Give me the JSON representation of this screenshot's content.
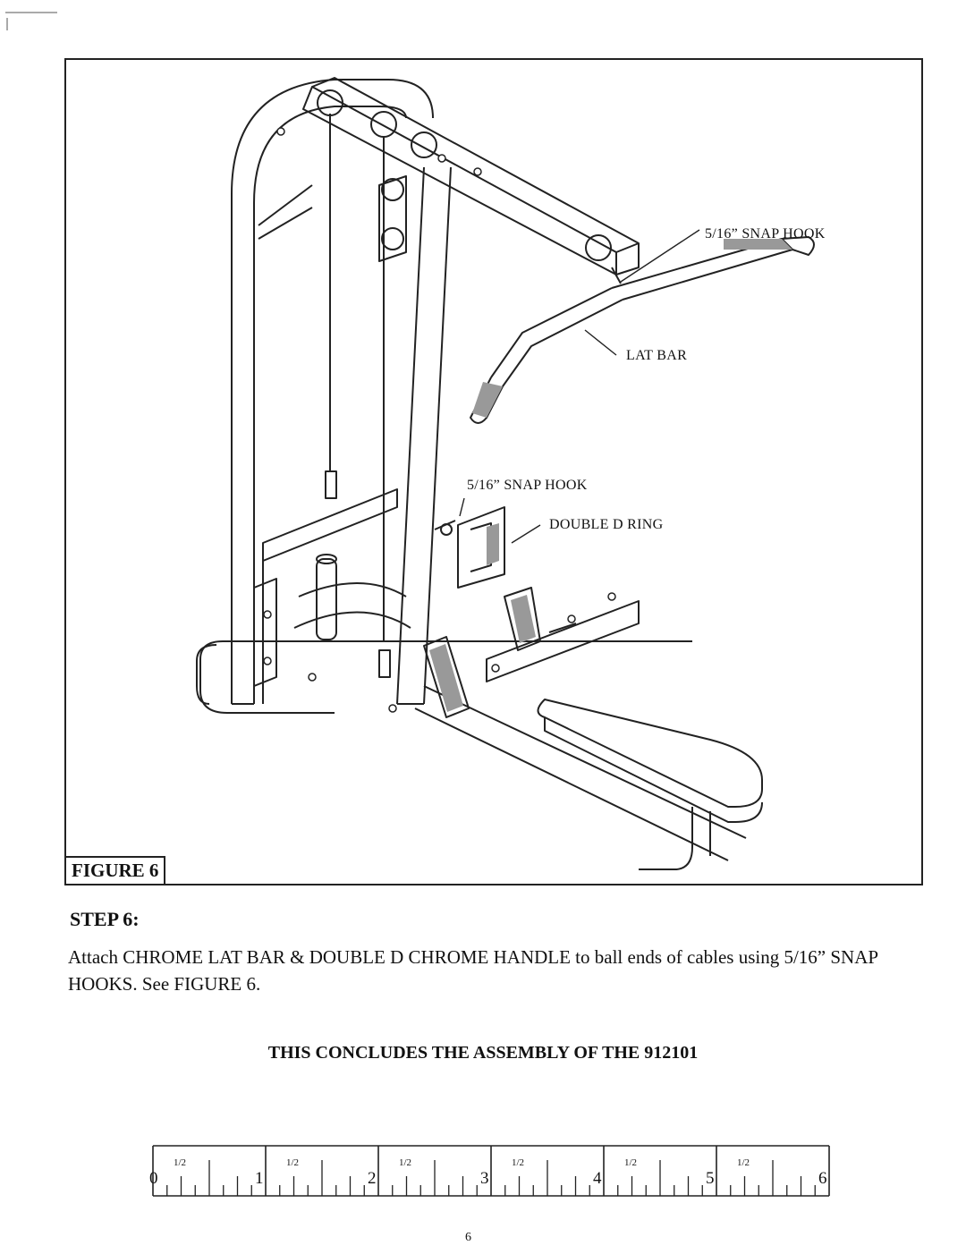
{
  "figure": {
    "label": "FIGURE 6",
    "callouts": {
      "snap_hook_top": "5/16” SNAP HOOK",
      "lat_bar": "LAT BAR",
      "snap_hook_low": "5/16” SNAP HOOK",
      "double_d_ring": "DOUBLE D RING"
    }
  },
  "step": {
    "heading": "STEP 6:",
    "text": "Attach CHROME LAT BAR & DOUBLE D CHROME HANDLE to ball ends of cables using 5/16” SNAP HOOKS. See FIGURE 6."
  },
  "conclusion": "THIS CONCLUDES THE ASSEMBLY OF THE 912101",
  "ruler": {
    "whole_labels": [
      "0",
      "1",
      "2",
      "3",
      "4",
      "5",
      "6"
    ],
    "half_label": "1/2"
  },
  "page_number": "6"
}
